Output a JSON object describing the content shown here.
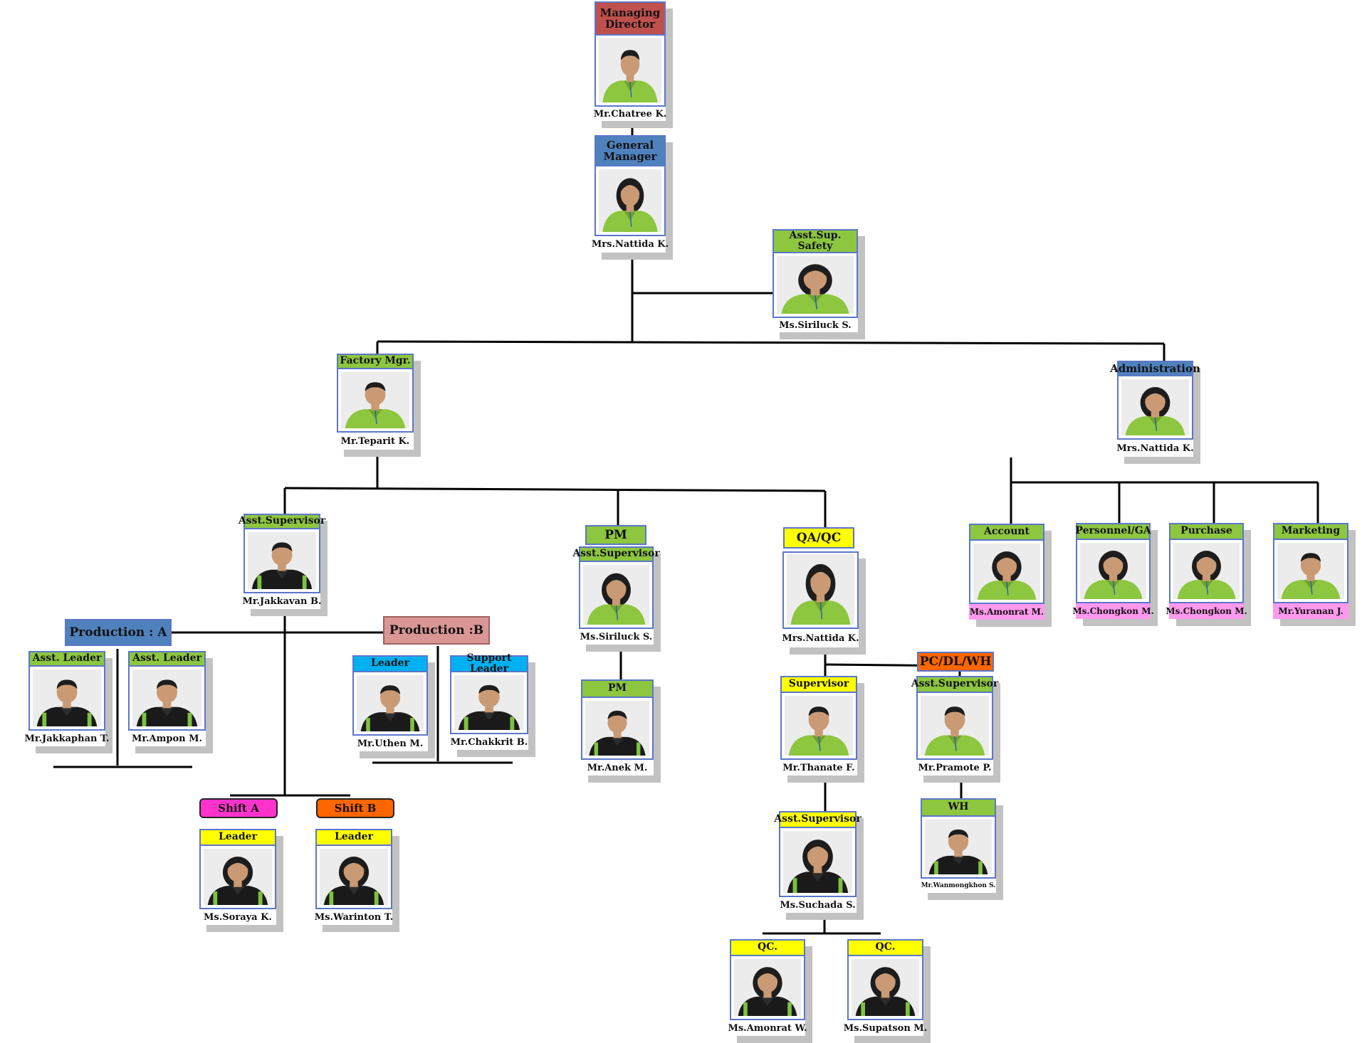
{
  "colors": {
    "red": "#c0504d",
    "blue": "#4f81bd",
    "green": "#8dc63f",
    "yellow": "#ffff00",
    "cyan": "#00b0f0",
    "orange": "#ff6600",
    "magenta": "#ff33cc",
    "pink": "#ff99ee",
    "rose": "#d99694",
    "border": "#5b77c8",
    "shirt_green": "#8dc63f",
    "shirt_black": "#1a1a1a"
  },
  "headers": [
    {
      "id": "production-a",
      "label": "Production : A",
      "color": "blue"
    },
    {
      "id": "production-b",
      "label": "Production :B",
      "color": "rose"
    },
    {
      "id": "pm-header",
      "label": "PM",
      "color": "green"
    },
    {
      "id": "qaqc-header",
      "label": "QA/QC",
      "color": "yellow"
    },
    {
      "id": "pcdlwh-header",
      "label": "PC/DL/WH",
      "color": "orange"
    },
    {
      "id": "shift-a",
      "label": "Shift A",
      "color": "magenta"
    },
    {
      "id": "shift-b",
      "label": "Shift B",
      "color": "orange"
    }
  ],
  "cards": [
    {
      "id": "managing-director",
      "title": "Managing\nDirector",
      "name": "Mr.Chatree K.",
      "title_color": "red",
      "name_color": "white",
      "shirt": "shirt_green",
      "gender": "m"
    },
    {
      "id": "general-manager",
      "title": "General\nManager",
      "name": "Mrs.Nattida K.",
      "title_color": "blue",
      "name_color": "white",
      "shirt": "shirt_green",
      "gender": "f"
    },
    {
      "id": "asst-sup-safety",
      "title": "Asst.Sup. Safety",
      "name": "Ms.Siriluck S.",
      "title_color": "green",
      "name_color": "white",
      "shirt": "shirt_green",
      "gender": "f"
    },
    {
      "id": "factory-mgr",
      "title": "Factory Mgr.",
      "name": "Mr.Teparit K.",
      "title_color": "green",
      "name_color": "white",
      "shirt": "shirt_green",
      "gender": "m"
    },
    {
      "id": "administration",
      "title": "Administration",
      "name": "Mrs.Nattida K.",
      "title_color": "blue",
      "name_color": "white",
      "shirt": "shirt_green",
      "gender": "f"
    },
    {
      "id": "asst-supervisor-prod",
      "title": "Asst.Supervisor",
      "name": "Mr.Jakkavan B.",
      "title_color": "green",
      "name_color": "white",
      "shirt": "shirt_black",
      "gender": "m"
    },
    {
      "id": "asst-supervisor-pm",
      "title": "Asst.Supervisor",
      "name": "Ms.Siriluck S.",
      "title_color": "green",
      "name_color": "white",
      "shirt": "shirt_green",
      "gender": "f"
    },
    {
      "id": "qaqc-lead",
      "title": "",
      "name": "Mrs.Nattida K.",
      "title_color": "white",
      "name_color": "white",
      "shirt": "shirt_green",
      "gender": "f"
    },
    {
      "id": "account",
      "title": "Account",
      "name": "Ms.Amonrat M.",
      "title_color": "green",
      "name_color": "pink",
      "shirt": "shirt_green",
      "gender": "f"
    },
    {
      "id": "personnel-ga",
      "title": "Personnel/GA",
      "name": "Ms.Chongkon M.",
      "title_color": "green",
      "name_color": "pink",
      "shirt": "shirt_green",
      "gender": "f"
    },
    {
      "id": "purchase",
      "title": "Purchase",
      "name": "Ms.Chongkon M.",
      "title_color": "green",
      "name_color": "pink",
      "shirt": "shirt_green",
      "gender": "f"
    },
    {
      "id": "marketing",
      "title": "Marketing",
      "name": "Mr.Yuranan J.",
      "title_color": "green",
      "name_color": "pink",
      "shirt": "shirt_green",
      "gender": "m"
    },
    {
      "id": "asst-leader-a1",
      "title": "Asst. Leader",
      "name": "Mr.Jakkaphan T.",
      "title_color": "green",
      "name_color": "white",
      "shirt": "shirt_black",
      "gender": "m"
    },
    {
      "id": "asst-leader-a2",
      "title": "Asst. Leader",
      "name": "Mr.Ampon M.",
      "title_color": "green",
      "name_color": "white",
      "shirt": "shirt_black",
      "gender": "m"
    },
    {
      "id": "leader-b",
      "title": "Leader",
      "name": "Mr.Uthen M.",
      "title_color": "cyan",
      "name_color": "white",
      "shirt": "shirt_black",
      "gender": "m"
    },
    {
      "id": "support-leader-b",
      "title": "Support Leader",
      "name": "Mr.Chakkrit B.",
      "title_color": "cyan",
      "name_color": "white",
      "shirt": "shirt_black",
      "gender": "m"
    },
    {
      "id": "pm-staff",
      "title": "PM",
      "name": "Mr.Anek M.",
      "title_color": "green",
      "name_color": "white",
      "shirt": "shirt_black",
      "gender": "m"
    },
    {
      "id": "supervisor-qa",
      "title": "Supervisor",
      "name": "Mr.Thanate F.",
      "title_color": "yellow",
      "name_color": "white",
      "shirt": "shirt_green",
      "gender": "m"
    },
    {
      "id": "asst-supervisor-pc",
      "title": "Asst.Supervisor",
      "name": "Mr.Pramote P.",
      "title_color": "green",
      "name_color": "white",
      "shirt": "shirt_green",
      "gender": "m"
    },
    {
      "id": "wh-staff",
      "title": "WH",
      "name": "Mr.Wanmongkhon S.",
      "title_color": "green",
      "name_color": "white",
      "shirt": "shirt_black",
      "gender": "m"
    },
    {
      "id": "asst-supervisor-qa",
      "title": "Asst.Supervisor",
      "name": "Ms.Suchada S.",
      "title_color": "yellow",
      "name_color": "white",
      "shirt": "shirt_black",
      "gender": "f"
    },
    {
      "id": "leader-shift-a",
      "title": "Leader",
      "name": "Ms.Soraya K.",
      "title_color": "yellow",
      "name_color": "white",
      "shirt": "shirt_black",
      "gender": "f"
    },
    {
      "id": "leader-shift-b",
      "title": "Leader",
      "name": "Ms.Warinton T.",
      "title_color": "yellow",
      "name_color": "white",
      "shirt": "shirt_black",
      "gender": "f"
    },
    {
      "id": "qc-1",
      "title": "QC.",
      "name": "Ms.Amonrat W.",
      "title_color": "yellow",
      "name_color": "white",
      "shirt": "shirt_black",
      "gender": "f"
    },
    {
      "id": "qc-2",
      "title": "QC.",
      "name": "Ms.Supatson M.",
      "title_color": "yellow",
      "name_color": "white",
      "shirt": "shirt_black",
      "gender": "f"
    }
  ]
}
